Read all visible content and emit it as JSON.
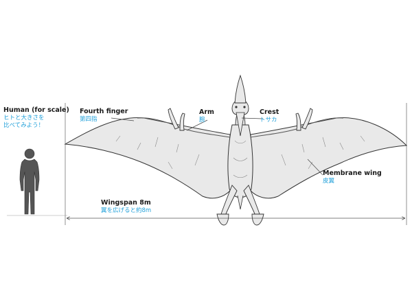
{
  "labels": {
    "human": {
      "en": "Human (for scale)",
      "jp1": "ヒトと大きさを",
      "jp2": "比べてみよう！"
    },
    "fourth_finger": {
      "en": "Fourth finger",
      "jp": "第四指"
    },
    "arm": {
      "en": "Arm",
      "jp": "腕"
    },
    "crest": {
      "en": "Crest",
      "jp": "トサカ"
    },
    "membrane_wing": {
      "en": "Membrane wing",
      "jp": "皮翼"
    },
    "wingspan": {
      "en": "Wingspan 8m",
      "jp": "翼を広げると約8m"
    }
  },
  "colors": {
    "body_fill": "#e9e9e9",
    "line": "#333333",
    "accent_text": "#1f9fd9",
    "human_fill": "#555555"
  }
}
